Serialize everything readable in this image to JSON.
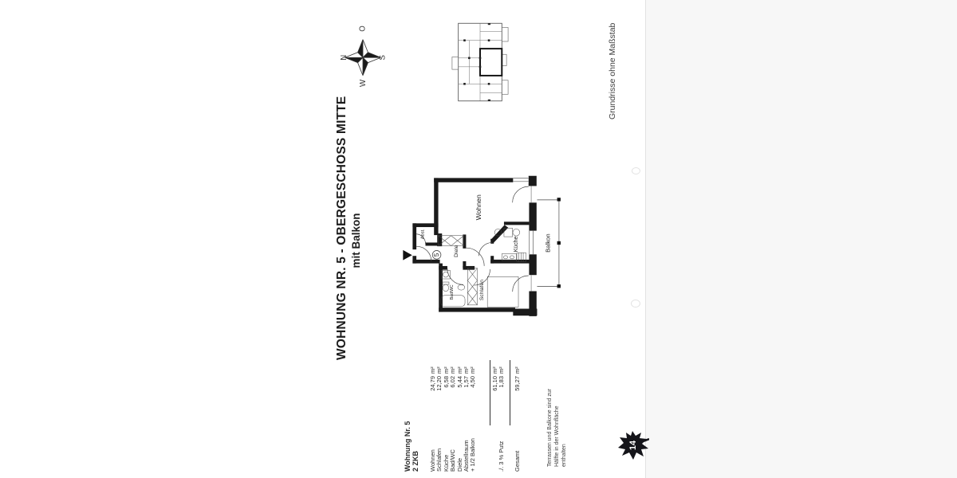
{
  "document": {
    "title_line1": "WOHNUNG NR. 5 - OBERGESCHOSS MITTE",
    "title_line2": "mit Balkon",
    "scale_note": "Grundrisse ohne Maßstab",
    "page_number": "14"
  },
  "compass": {
    "north": "N",
    "east": "O",
    "south": "S",
    "west": "W"
  },
  "floorplan": {
    "unit_number": "5",
    "rooms": {
      "wohnen": "Wohnen",
      "kueche": "Küche",
      "balkon": "Balkon",
      "diele": "Diele",
      "abstellraum": "Abst.",
      "bad": "Bad/WC",
      "schlafen": "Schlafen"
    }
  },
  "area_table": {
    "header_line1": "Wohnung Nr. 5",
    "header_line2": "2 ZKB",
    "rows": [
      {
        "label": "Wohnen",
        "value": "24,79",
        "unit": "m²"
      },
      {
        "label": "Schlafen",
        "value": "12,20",
        "unit": "m²"
      },
      {
        "label": "Küche",
        "value": "6,58",
        "unit": "m²"
      },
      {
        "label": "Bad/WC",
        "value": "6,02",
        "unit": "m²"
      },
      {
        "label": "Diele",
        "value": "5,44",
        "unit": "m²"
      },
      {
        "label": "Abstellraum",
        "value": "1,57",
        "unit": "m²"
      },
      {
        "label": "+ 1/2 Balkon",
        "value": "4,50",
        "unit": "m²"
      }
    ],
    "subtotal": {
      "label": "",
      "value": "61,10",
      "unit": "m²"
    },
    "deduction": {
      "label": "./. 3 % Putz",
      "value": "1,83",
      "unit": "m²"
    },
    "total": {
      "label": "Gesamt",
      "value": "59,27",
      "unit": "m²"
    }
  },
  "footnote": {
    "line1": "Terrassen und Balkone sind zur",
    "line2": "Hälfte in der Wohnfläche",
    "line3": "enthalten"
  }
}
